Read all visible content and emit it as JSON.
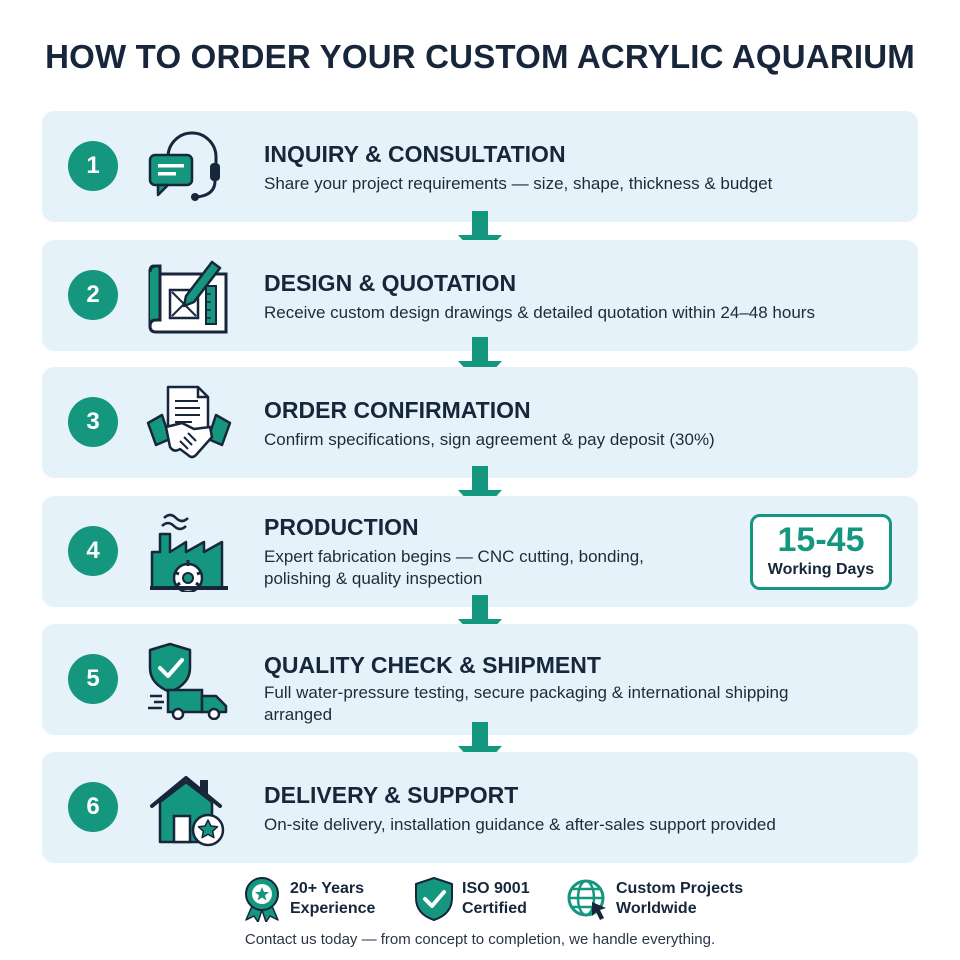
{
  "title": "HOW TO ORDER YOUR CUSTOM ACRYLIC AQUARIUM",
  "colors": {
    "accent": "#14967f",
    "card_bg": "#e6f2fa",
    "text_dark": "#17263a"
  },
  "steps": [
    {
      "number": "1",
      "icon": "headset-chat-icon",
      "title": "INQUIRY & CONSULTATION",
      "desc": [
        "Share your project requirements — size, shape, thickness & budget"
      ]
    },
    {
      "number": "2",
      "icon": "blueprint-pencil-icon",
      "title": "DESIGN & QUOTATION",
      "desc": [
        "Receive custom design drawings & detailed quotation within 24–48 hours"
      ]
    },
    {
      "number": "3",
      "icon": "handshake-document-icon",
      "title": "ORDER CONFIRMATION",
      "desc": [
        "Confirm specifications, sign agreement & pay deposit (30%)"
      ]
    },
    {
      "number": "4",
      "icon": "factory-gear-icon",
      "title": "PRODUCTION",
      "desc": [
        "Expert fabrication begins — CNC cutting, bonding,",
        "polishing & quality inspection"
      ],
      "badge": {
        "value": "15-45",
        "label": "Working Days"
      }
    },
    {
      "number": "5",
      "icon": "shield-truck-icon",
      "title": "QUALITY CHECK & SHIPMENT",
      "desc": [
        "Full water-pressure testing, secure packaging & international shipping",
        "arranged"
      ]
    },
    {
      "number": "6",
      "icon": "house-star-icon",
      "title": "DELIVERY & SUPPORT",
      "desc": [
        "On-site delivery, installation guidance & after-sales support provided"
      ]
    }
  ],
  "footer": {
    "items": [
      {
        "icon": "award-ribbon-icon",
        "line1": "20+ Years",
        "line2": "Experience"
      },
      {
        "icon": "shield-check-icon",
        "line1": "ISO 9001",
        "line2": "Certified"
      },
      {
        "icon": "globe-cursor-icon",
        "line1": "Custom Projects",
        "line2": "Worldwide"
      }
    ],
    "contact": "Contact us today — from concept to completion, we handle everything."
  }
}
